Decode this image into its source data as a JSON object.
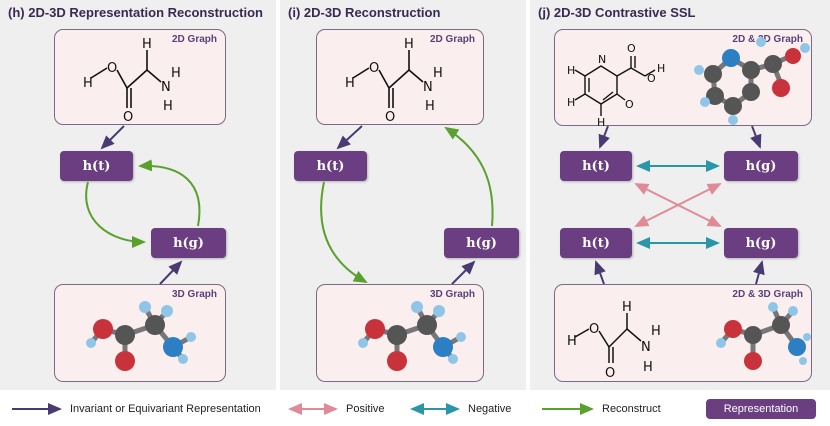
{
  "panels": {
    "h": {
      "title": "(h) 2D-3D Representation Reconstruction",
      "top_card": "2D Graph",
      "bottom_card": "3D Graph"
    },
    "i": {
      "title": "(i) 2D-3D Reconstruction",
      "top_card": "2D Graph",
      "bottom_card": "3D Graph"
    },
    "j": {
      "title": "(j) 2D-3D Contrastive SSL",
      "top_card": "2D & 3D Graph",
      "bottom_card": "2D & 3D Graph"
    }
  },
  "nodes": {
    "ht": "h(t)",
    "hg": "h(g)"
  },
  "atoms": {
    "h": "H",
    "o": "O",
    "n": "N"
  },
  "legend": {
    "invariant": "Invariant or Equivariant Representation",
    "positive": "Positive",
    "negative": "Negative",
    "reconstruct": "Reconstruct",
    "representation": "Representation"
  },
  "colors": {
    "purple": "#6b3e82",
    "arrow_purple": "#4a3a72",
    "green": "#5aa02c",
    "pink": "#e08a98",
    "teal": "#2a97a8"
  }
}
